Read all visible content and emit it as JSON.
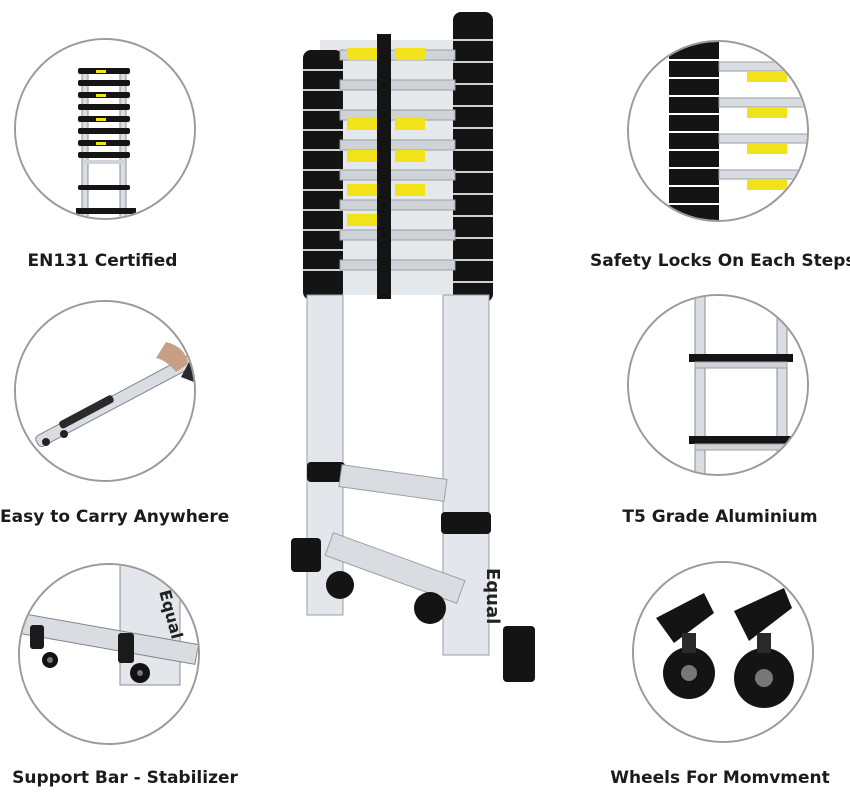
{
  "features": {
    "left": [
      {
        "label": "EN131 Certified",
        "icon": "ladder-overview-icon"
      },
      {
        "label": "Easy to Carry Anywhere",
        "icon": "carry-handle-icon"
      },
      {
        "label": "Support Bar - Stabilizer",
        "icon": "stabilizer-bar-icon"
      }
    ],
    "right": [
      {
        "label": "Safety Locks On Each Steps",
        "icon": "safety-lock-icon"
      },
      {
        "label": "T5 Grade Aluminium",
        "icon": "aluminium-rungs-icon"
      },
      {
        "label": "Wheels For Momvment",
        "icon": "wheels-icon"
      }
    ]
  },
  "brand": {
    "logo_text": "Equal"
  },
  "colors": {
    "lock_black": "#141414",
    "rung_silver": "#d9dde2",
    "label_yellow": "#f2e21a",
    "circle_border": "#9a9a9a"
  }
}
